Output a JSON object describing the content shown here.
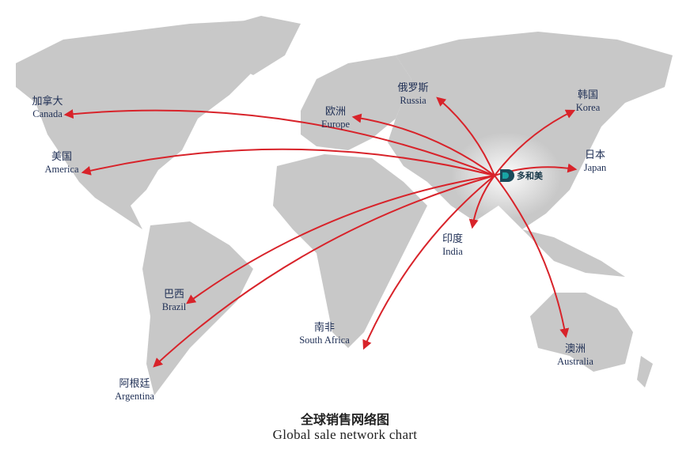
{
  "origin_logo": {
    "text": "多和美",
    "name": "D logo"
  },
  "colors": {
    "land": "#c8c8c8",
    "arrow": "#d8232a",
    "label": "#1f2f55"
  },
  "destinations": [
    {
      "id": "canada",
      "zh": "加拿大",
      "en": "Canada"
    },
    {
      "id": "america",
      "zh": "美国",
      "en": "America"
    },
    {
      "id": "europe",
      "zh": "欧洲",
      "en": "Europe"
    },
    {
      "id": "russia",
      "zh": "俄罗斯",
      "en": "Russia"
    },
    {
      "id": "korea",
      "zh": "韩国",
      "en": "Korea"
    },
    {
      "id": "japan",
      "zh": "日本",
      "en": "Japan"
    },
    {
      "id": "india",
      "zh": "印度",
      "en": "India"
    },
    {
      "id": "brazil",
      "zh": "巴西",
      "en": "Brazil"
    },
    {
      "id": "south-africa",
      "zh": "南非",
      "en": "South Africa"
    },
    {
      "id": "argentina",
      "zh": "阿根廷",
      "en": "Argentina"
    },
    {
      "id": "australia",
      "zh": "澳洲",
      "en": "Australia"
    }
  ],
  "title": {
    "zh": "全球销售网络图",
    "en": "Global sale network chart"
  }
}
